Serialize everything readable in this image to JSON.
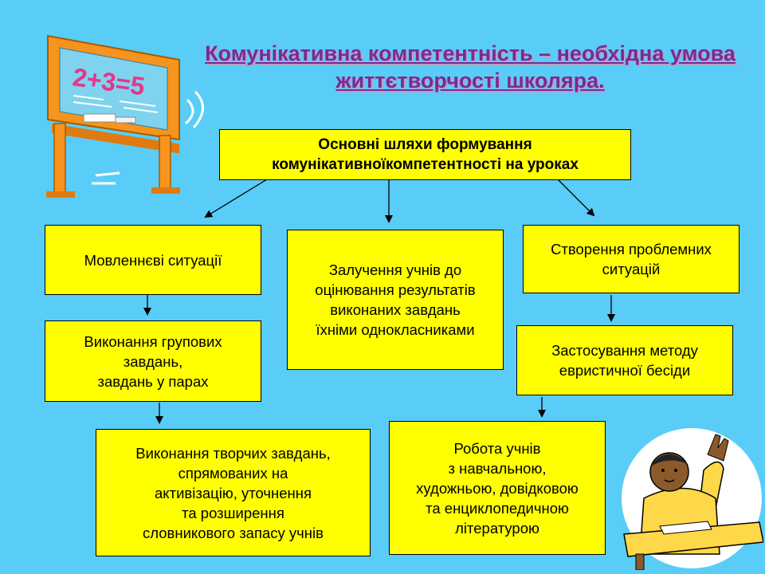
{
  "title": "Комунікативна компетентність – необхідна умова життєтворчості  школяра.",
  "main_box": "Основні шляхи формування\nкомунікативноїкомпетентності на уроках",
  "branches": {
    "left_1": "Мовленнєві ситуації",
    "left_2": "Виконання групових\nзавдань,\nзавдань у парах",
    "left_3": "Виконання творчих завдань,\nспрямованих на\nактивізацію, уточнення\nта розширення\nсловникового запасу учнів",
    "middle": "Залучення учнів до\nоцінювання результатів\nвиконаних завдань\nїхніми однокласниками",
    "right_1": "Створення проблемних\nситуацій",
    "right_2": "Застосування методу\nевристичної бесіди",
    "right_3": "Робота учнів\nз навчальною,\nхудожньою, довідковою\nта енциклопедичною\nлітературою"
  },
  "blackboard_text": "2+3=5",
  "colors": {
    "background": "#59cdf7",
    "box_fill": "#ffff00",
    "title": "#7a2a95"
  }
}
